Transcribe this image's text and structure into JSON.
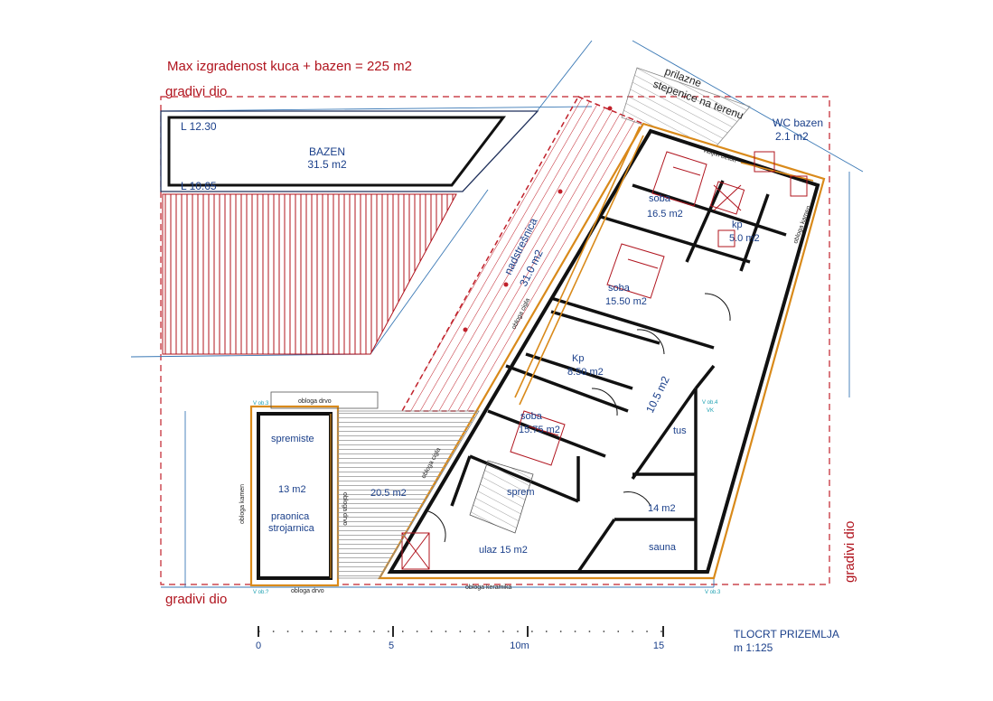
{
  "header": {
    "max_note": "Max izgradenost kuca + bazen = 225 m2",
    "zone_top": "gradivi dio",
    "zone_bottom": "gradivi dio",
    "zone_right": "gradivi dio"
  },
  "pool": {
    "level_top": "L 12.30",
    "level_bottom": "L 10.65",
    "name": "BAZEN",
    "area": "31.5 m2"
  },
  "annotations": {
    "stairs_title_1": "prilazne",
    "stairs_title_2": "stepenice na terenu",
    "wc_name": "WC bazen",
    "wc_area": "2.1 m2",
    "deck_name": "nadstrešnica",
    "deck_area": "31.0 m2",
    "cladding_wood_1": "obloga drvo",
    "cladding_wood_2": "obloga drvo",
    "cladding_wood_3": "obloga drvo",
    "cladding_brick_1": "obloga cigla",
    "cladding_brick_2": "obloga cigla",
    "cladding_stone_1": "obloga kamen",
    "cladding_stone_2": "obloga kamen",
    "cladding_ceramic": "obloga keramika",
    "exposed_concrete": "vidljivi beton",
    "level_marks": [
      "V ob.3",
      "V ob.4",
      "VK",
      "V ob.?",
      "V ob.3"
    ]
  },
  "rooms": {
    "soba1_name": "soba",
    "soba1_area": "16.5 m2",
    "kp1_name": "kp",
    "kp1_area": "5.0 m2",
    "soba2_name": "soba",
    "soba2_area": "15.50 m2",
    "kp2_name": "Kp",
    "kp2_area": "8.50 m2",
    "hall_area": "10.5 m2",
    "soba3_name": "soba",
    "soba3_area": "15.75 m2",
    "tus_name": "tus",
    "sprem_name": "sprem",
    "spa_area": "14 m2",
    "entry": "ulaz 15 m2",
    "sauna_name": "sauna",
    "storage_name": "spremiste",
    "storage_area": "13 m2",
    "laundry_1": "praonica",
    "laundry_2": "strojarnica",
    "terrace_area": "20.5 m2"
  },
  "scale": {
    "ticks": [
      "0",
      "5",
      "10m",
      "15"
    ],
    "title": "TLOCRT PRIZEMLJA",
    "ratio": "m 1:125"
  }
}
